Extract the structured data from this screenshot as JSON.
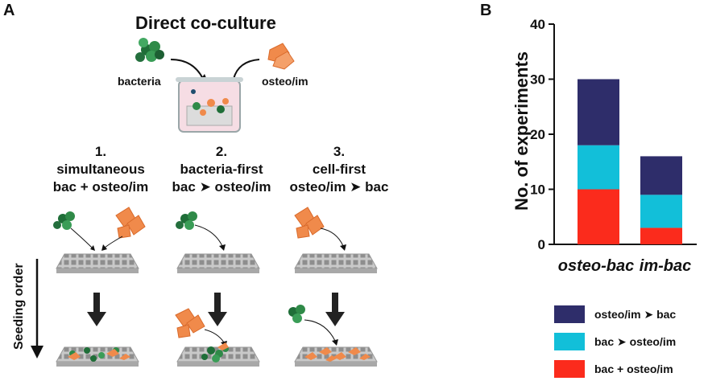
{
  "panel_a": {
    "letter": "A",
    "title": "Direct co-culture",
    "label_bacteria": "bacteria",
    "label_cells": "osteo/im",
    "seeding_order": "Seeding order",
    "scenarios": [
      {
        "num": "1.",
        "line1": "simultaneous",
        "line2": "bac + osteo/im"
      },
      {
        "num": "2.",
        "line1": "bacteria-first",
        "line2": "bac ➤ osteo/im"
      },
      {
        "num": "3.",
        "line1": "cell-first",
        "line2": "osteo/im ➤ bac"
      }
    ]
  },
  "panel_b": {
    "letter": "B",
    "chart_data": {
      "type": "bar",
      "stacked": true,
      "categories": [
        "osteo-bac",
        "im-bac"
      ],
      "series": [
        {
          "name": "bac + osteo/im",
          "values": [
            10,
            3
          ],
          "color": "#fb2b1c"
        },
        {
          "name": "bac ➤ osteo/im",
          "values": [
            8,
            6
          ],
          "color": "#12bfd9"
        },
        {
          "name": "osteo/im ➤ bac",
          "values": [
            12,
            7
          ],
          "color": "#2e2d6a"
        }
      ],
      "ylabel": "No. of experiments",
      "ylim": [
        0,
        40
      ],
      "yticks": [
        0,
        10,
        20,
        30,
        40
      ],
      "legend_order": [
        "osteo/im ➤ bac",
        "bac ➤ osteo/im",
        "bac + osteo/im"
      ],
      "legend_position": "bottom-right"
    }
  },
  "colors": {
    "cell_orange": "#f08a4b",
    "bacteria_green": "#2f8a48",
    "scaffold_grey": "#bdbdbd"
  }
}
